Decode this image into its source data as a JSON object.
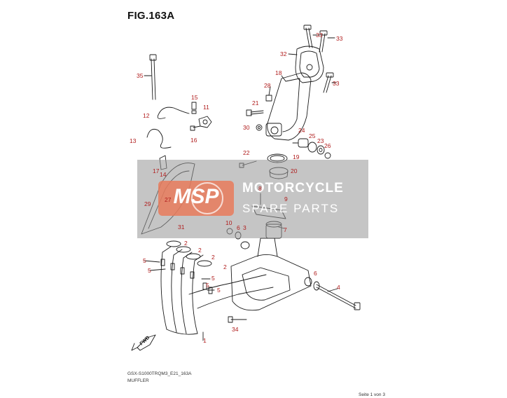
{
  "figure": {
    "title": "FIG.163A",
    "model_code": "GSX-S1000TRQM3_E21_163A",
    "section": "MUFFLER",
    "page": "Seite 1 von 3"
  },
  "watermark": {
    "logo": "MSP",
    "line1": "MOTORCYCLE",
    "line2": "SPARE PARTS"
  },
  "direction_label": "FWD",
  "callouts": [
    {
      "id": "c33a",
      "label": "33"
    },
    {
      "id": "c33b",
      "label": "33"
    },
    {
      "id": "c33c",
      "label": "33"
    },
    {
      "id": "c32",
      "label": "32"
    },
    {
      "id": "c35",
      "label": "35"
    },
    {
      "id": "c18",
      "label": "18"
    },
    {
      "id": "c28",
      "label": "28"
    },
    {
      "id": "c15",
      "label": "15"
    },
    {
      "id": "c11",
      "label": "11"
    },
    {
      "id": "c12",
      "label": "12"
    },
    {
      "id": "c21",
      "label": "21"
    },
    {
      "id": "c30",
      "label": "30"
    },
    {
      "id": "c16",
      "label": "16"
    },
    {
      "id": "c24",
      "label": "24"
    },
    {
      "id": "c25",
      "label": "25"
    },
    {
      "id": "c23",
      "label": "23"
    },
    {
      "id": "c26",
      "label": "26"
    },
    {
      "id": "c13",
      "label": "13"
    },
    {
      "id": "c22",
      "label": "22"
    },
    {
      "id": "c19",
      "label": "19"
    },
    {
      "id": "c17",
      "label": "17"
    },
    {
      "id": "c14",
      "label": "14"
    },
    {
      "id": "c20",
      "label": "20"
    },
    {
      "id": "c8",
      "label": "8"
    },
    {
      "id": "c9",
      "label": "9"
    },
    {
      "id": "c27",
      "label": "27"
    },
    {
      "id": "c29",
      "label": "29"
    },
    {
      "id": "c31",
      "label": "31"
    },
    {
      "id": "c10",
      "label": "10"
    },
    {
      "id": "c6a",
      "label": "6"
    },
    {
      "id": "c3",
      "label": "3"
    },
    {
      "id": "c7",
      "label": "7"
    },
    {
      "id": "c2a",
      "label": "2"
    },
    {
      "id": "c2b",
      "label": "2"
    },
    {
      "id": "c2c",
      "label": "2"
    },
    {
      "id": "c2d",
      "label": "2"
    },
    {
      "id": "c5a",
      "label": "5"
    },
    {
      "id": "c5b",
      "label": "5"
    },
    {
      "id": "c5c",
      "label": "5"
    },
    {
      "id": "c5d",
      "label": "5"
    },
    {
      "id": "c5e",
      "label": "5"
    },
    {
      "id": "c6b",
      "label": "6"
    },
    {
      "id": "c4",
      "label": "4"
    },
    {
      "id": "c34",
      "label": "34"
    },
    {
      "id": "c1",
      "label": "1"
    }
  ],
  "colors": {
    "callout": "#b01c1c",
    "line": "#1a1a1a",
    "watermark_box": "#969696",
    "watermark_logo": "#e87a5a"
  }
}
